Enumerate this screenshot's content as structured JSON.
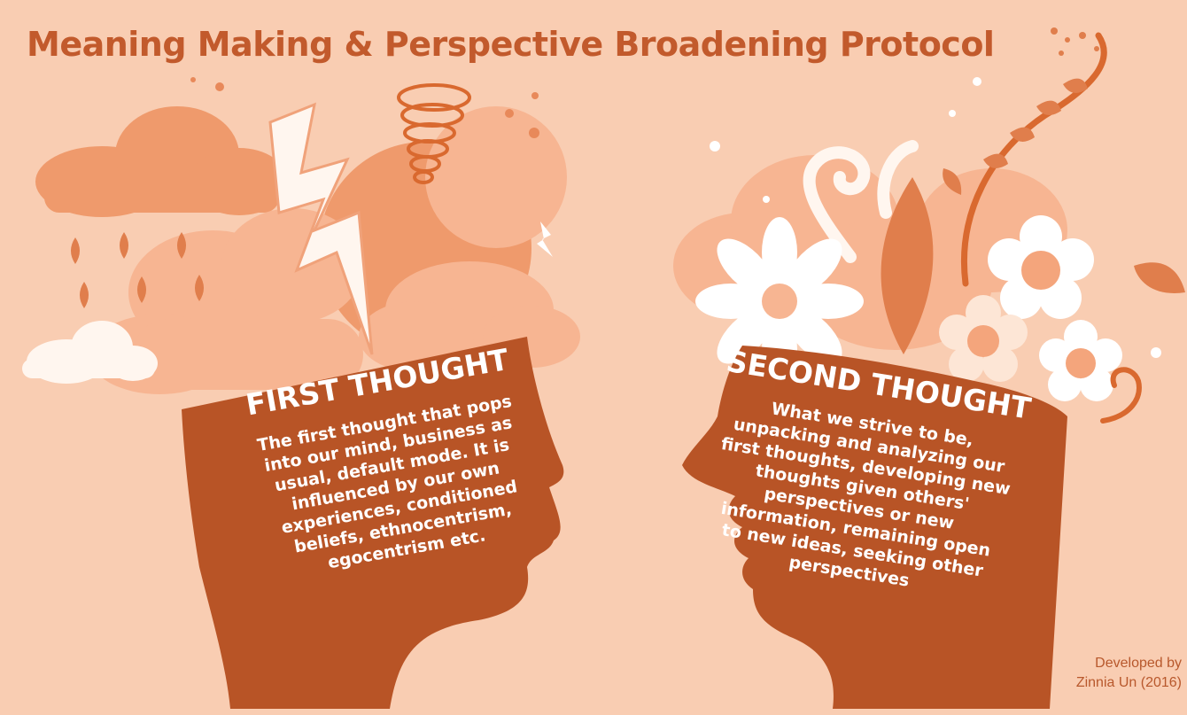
{
  "title": "Meaning Making & Perspective Broadening Protocol",
  "first": {
    "heading": "FIRST THOUGHT",
    "description": "The first thought that pops into our mind, business as usual, default mode. It is influenced by our own experiences, conditioned beliefs, ethnocentrism, egocentrism etc."
  },
  "second": {
    "heading": "SECOND THOUGHT",
    "description": "What we strive to be, unpacking and analyzing our first thoughts, developing new thoughts given others' perspectives or new information, remaining open to new ideas, seeking other perspectives"
  },
  "credit": {
    "line1": "Developed by",
    "line2": "Zinnia Un (2016)"
  },
  "colors": {
    "background": "#f9cdb2",
    "head": "#b85426",
    "accent": "#c25a2c",
    "light": "#f7b592",
    "mid": "#ef9a6c",
    "white": "#ffffff"
  },
  "icons": [
    "storm-cloud-icon",
    "rain-drop-icon",
    "lightning-bolt-icon",
    "tornado-icon",
    "flower-icon",
    "leaf-icon",
    "fern-swirl-icon",
    "head-silhouette-icon"
  ]
}
